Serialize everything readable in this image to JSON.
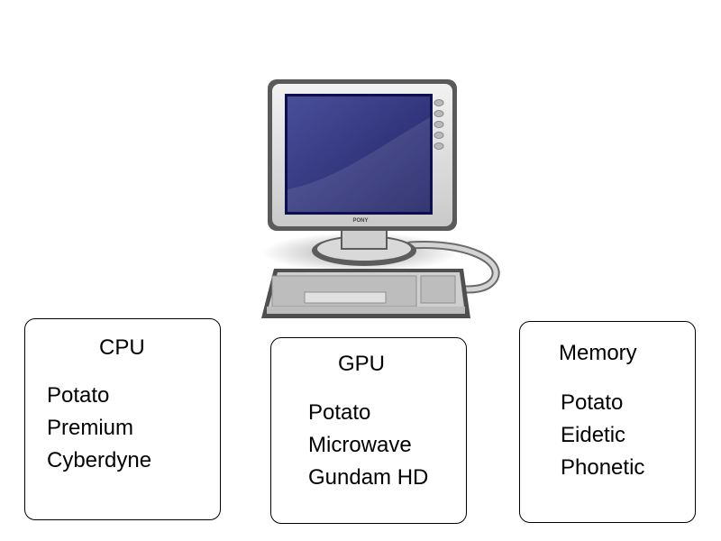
{
  "illustration": {
    "icon": "desktop-computer-icon",
    "brand_label": "PONY",
    "screen_color": "#2b2e7a",
    "frame_color": "#d8d8d8"
  },
  "boxes": {
    "cpu": {
      "title": "CPU",
      "items": [
        "Potato",
        "Premium",
        "Cyberdyne"
      ]
    },
    "gpu": {
      "title": "GPU",
      "items": [
        "Potato",
        "Microwave",
        "Gundam HD"
      ]
    },
    "memory": {
      "title": "Memory",
      "items": [
        "Potato",
        "Eidetic",
        "Phonetic"
      ]
    }
  }
}
